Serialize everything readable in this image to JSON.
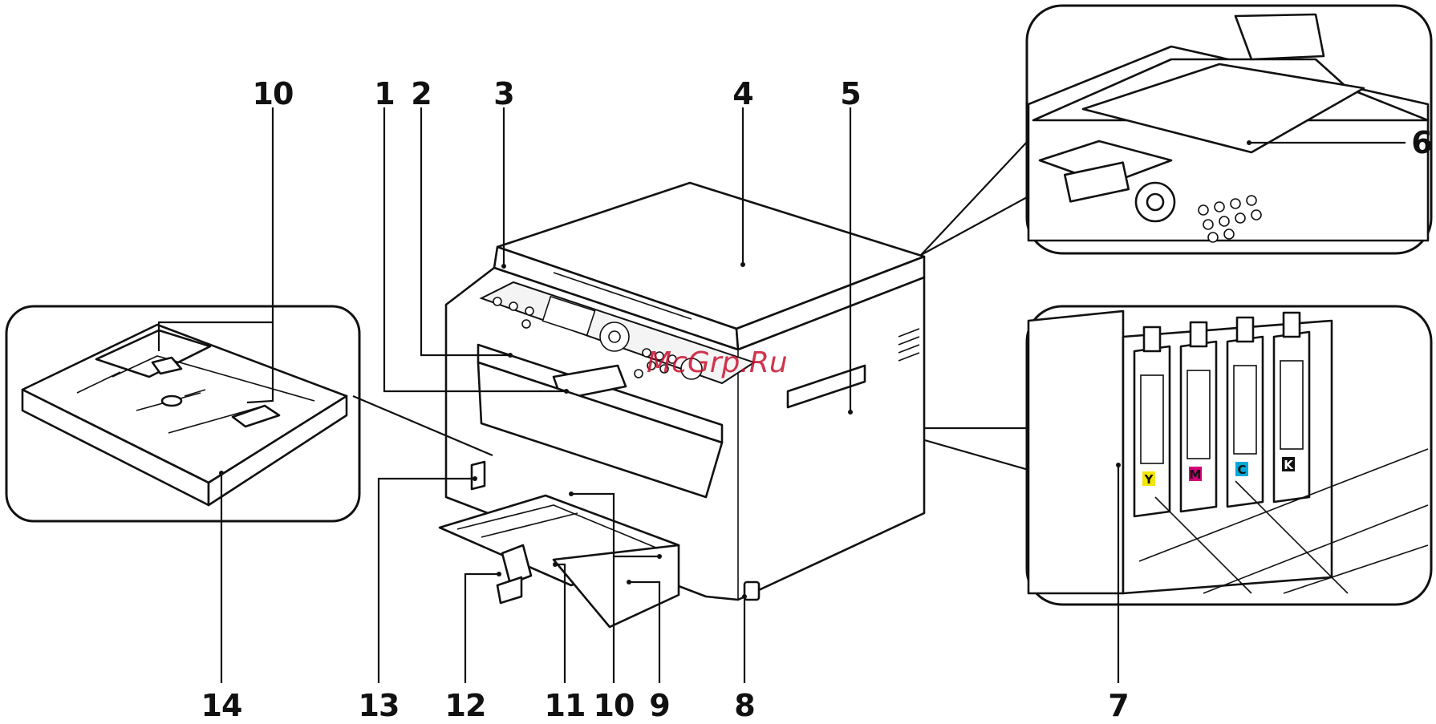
{
  "watermark": "McGrp.Ru",
  "callouts": [
    {
      "id": "c1",
      "label": "1"
    },
    {
      "id": "c2",
      "label": "2"
    },
    {
      "id": "c3",
      "label": "3"
    },
    {
      "id": "c4",
      "label": "4"
    },
    {
      "id": "c5",
      "label": "5"
    },
    {
      "id": "c6",
      "label": "6"
    },
    {
      "id": "c7",
      "label": "7"
    },
    {
      "id": "c8",
      "label": "8"
    },
    {
      "id": "c9",
      "label": "9"
    },
    {
      "id": "c10a",
      "label": "10"
    },
    {
      "id": "c10b",
      "label": "10"
    },
    {
      "id": "c11",
      "label": "11"
    },
    {
      "id": "c12",
      "label": "12"
    },
    {
      "id": "c13",
      "label": "13"
    },
    {
      "id": "c14",
      "label": "14"
    }
  ],
  "toner_cartridges": [
    "Y",
    "M",
    "C",
    "K"
  ],
  "toner_colors": {
    "Y": "#f2e600",
    "M": "#d4007a",
    "C": "#00a9d8",
    "K": "#111111"
  }
}
